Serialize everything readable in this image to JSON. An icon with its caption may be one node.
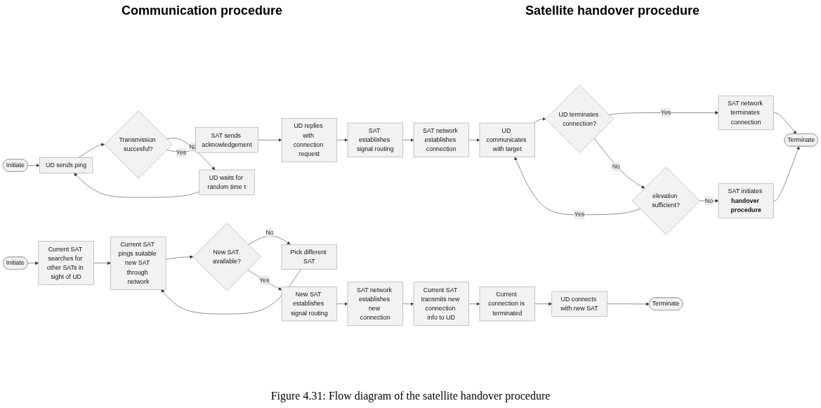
{
  "diagram": {
    "caption": "Figure 4.31: Flow diagram of the satellite handover procedure",
    "nodes": [
      {
        "text": [
          "Initiate"
        ]
      },
      {
        "text": [
          "UD sends ping"
        ]
      },
      {
        "text": [
          "Transmission succesful?"
        ]
      },
      {
        "text": [
          "UD waits for random time τ"
        ]
      },
      {
        "text": [
          "SAT sends acknowledgement"
        ]
      },
      {
        "text": [
          "UD replies with connection request"
        ]
      },
      {
        "text": [
          "SAT establishes signal routing"
        ]
      },
      {
        "text": [
          "SAT network establishes connection"
        ]
      },
      {
        "text": [
          "UD communicates with target"
        ]
      },
      {
        "text": [
          "UD terminates connection?"
        ]
      },
      {
        "text": [
          "SAT network terminates connection"
        ]
      },
      {
        "text": [
          "elevation sufficient?"
        ]
      },
      {
        "text": [
          "SAT initiates **handover procedure**"
        ]
      },
      {
        "text": [
          "Terminate"
        ]
      },
      {
        "text": [
          "Initiate"
        ]
      },
      {
        "text": [
          "Current SAT searches for other SATs in sight of UD"
        ]
      },
      {
        "text": [
          "Current SAT pings suitable new SAT through network"
        ]
      },
      {
        "text": [
          "New SAT available?"
        ]
      },
      {
        "text": [
          "Pick different SAT"
        ]
      },
      {
        "text": [
          "New SAT establishes signal routing"
        ]
      },
      {
        "text": [
          "SAT network establishes new connection"
        ]
      },
      {
        "text": [
          "Current SAT transmits new connection info to UD"
        ]
      },
      {
        "text": [
          "Current connection is terminated"
        ]
      },
      {
        "text": [
          "UD connects with new SAT"
        ]
      },
      {
        "text": [
          "Terminate"
        ]
      }
    ],
    "edges": [
      {
        "from": 0,
        "to": 1,
        "arrow": "to"
      },
      {
        "from": 1,
        "to": 2,
        "arrow": "to"
      },
      {
        "from": 2,
        "to": 3,
        "label": "No",
        "arrow": "to"
      },
      {
        "from": 3,
        "to": 1,
        "arrow": "to"
      },
      {
        "from": 2,
        "to": 4,
        "label": "Yes",
        "arrow": "to"
      },
      {
        "from": 4,
        "to": 5,
        "arrow": "to"
      },
      {
        "from": 5,
        "to": 6,
        "arrow": "to"
      },
      {
        "from": 6,
        "to": 7,
        "arrow": "to"
      },
      {
        "from": 7,
        "to": 8,
        "arrow": "to"
      },
      {
        "from": 8,
        "to": 9,
        "arrow": "to"
      },
      {
        "from": 9,
        "to": 10,
        "label": "Yes",
        "arrow": "to"
      },
      {
        "from": 9,
        "to": 11,
        "label": "No",
        "arrow": "to"
      },
      {
        "from": 11,
        "to": 12,
        "label": "No",
        "arrow": "to"
      },
      {
        "from": 11,
        "to": 8,
        "label": "Yes",
        "arrow": "to"
      },
      {
        "from": 10,
        "to": 13,
        "arrow": "to"
      },
      {
        "from": 12,
        "to": 13,
        "arrow": "to"
      },
      {
        "from": 14,
        "to": 15,
        "arrow": "to"
      },
      {
        "from": 15,
        "to": 16,
        "arrow": "to"
      },
      {
        "from": 16,
        "to": 17,
        "arrow": "to"
      },
      {
        "from": 17,
        "to": 18,
        "label": "No",
        "arrow": "to"
      },
      {
        "from": 18,
        "to": 16,
        "arrow": "to"
      },
      {
        "from": 17,
        "to": 19,
        "label": "Yes",
        "arrow": "to"
      },
      {
        "from": 19,
        "to": 20,
        "arrow": "to"
      },
      {
        "from": 20,
        "to": 21,
        "arrow": "to"
      },
      {
        "from": 21,
        "to": 22,
        "arrow": "to"
      },
      {
        "from": 22,
        "to": 23,
        "arrow": "to"
      },
      {
        "from": 23,
        "to": 24,
        "arrow": "to"
      }
    ],
    "labels": [
      "Communication procedure",
      "Satellite handover procedure"
    ]
  }
}
